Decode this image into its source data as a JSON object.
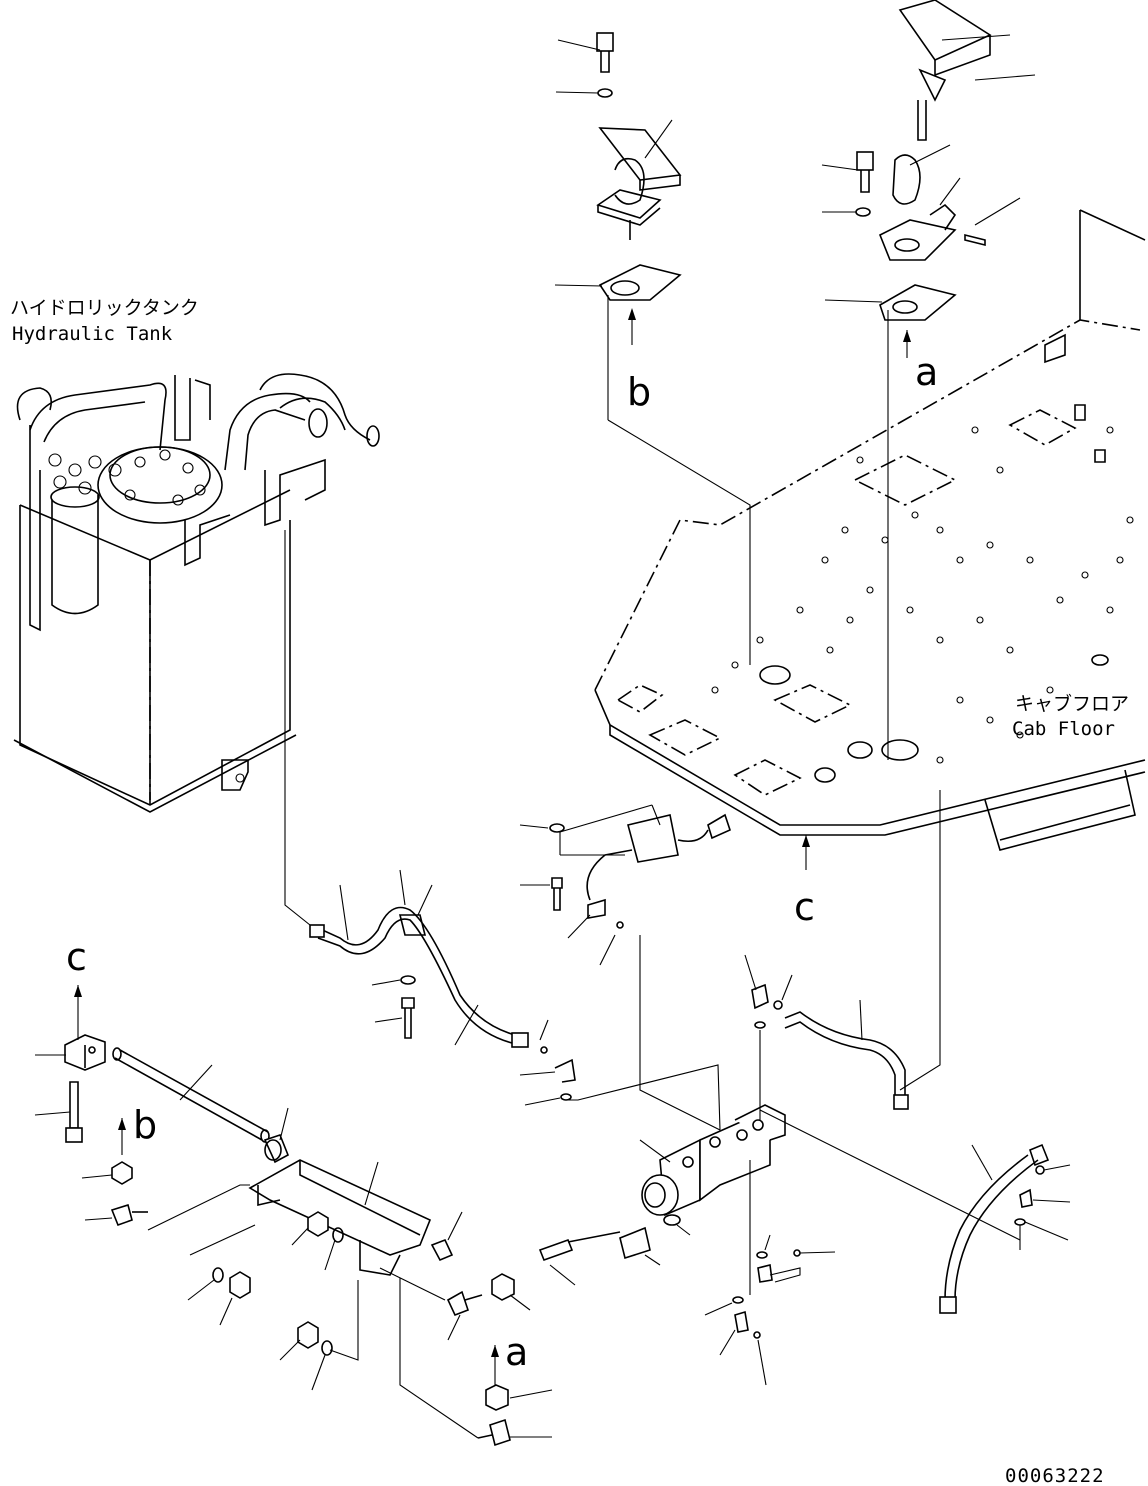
{
  "labels": {
    "tank_jp": "ハイドロリックタンク",
    "tank_en": "Hydraulic Tank",
    "floor_jp": "キャブフロア",
    "floor_en": "Cab Floor"
  },
  "refs": {
    "a": "a",
    "b": "b",
    "c": "c"
  },
  "drawing_number": "00063222"
}
